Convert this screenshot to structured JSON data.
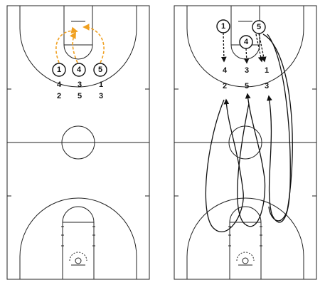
{
  "colors": {
    "court_line": "#222222",
    "pass_arrow": "#f0a020",
    "cut_line": "#111111"
  },
  "left_court": {
    "players": [
      "1",
      "4",
      "5"
    ],
    "rotation_columns": [
      [
        "4",
        "2"
      ],
      [
        "3",
        "5"
      ],
      [
        "1",
        "3"
      ]
    ]
  },
  "right_court": {
    "players": [
      "1",
      "4",
      "5"
    ],
    "first_row": [
      "4",
      "3",
      "1"
    ],
    "second_row": [
      "2",
      "5",
      "3"
    ]
  }
}
